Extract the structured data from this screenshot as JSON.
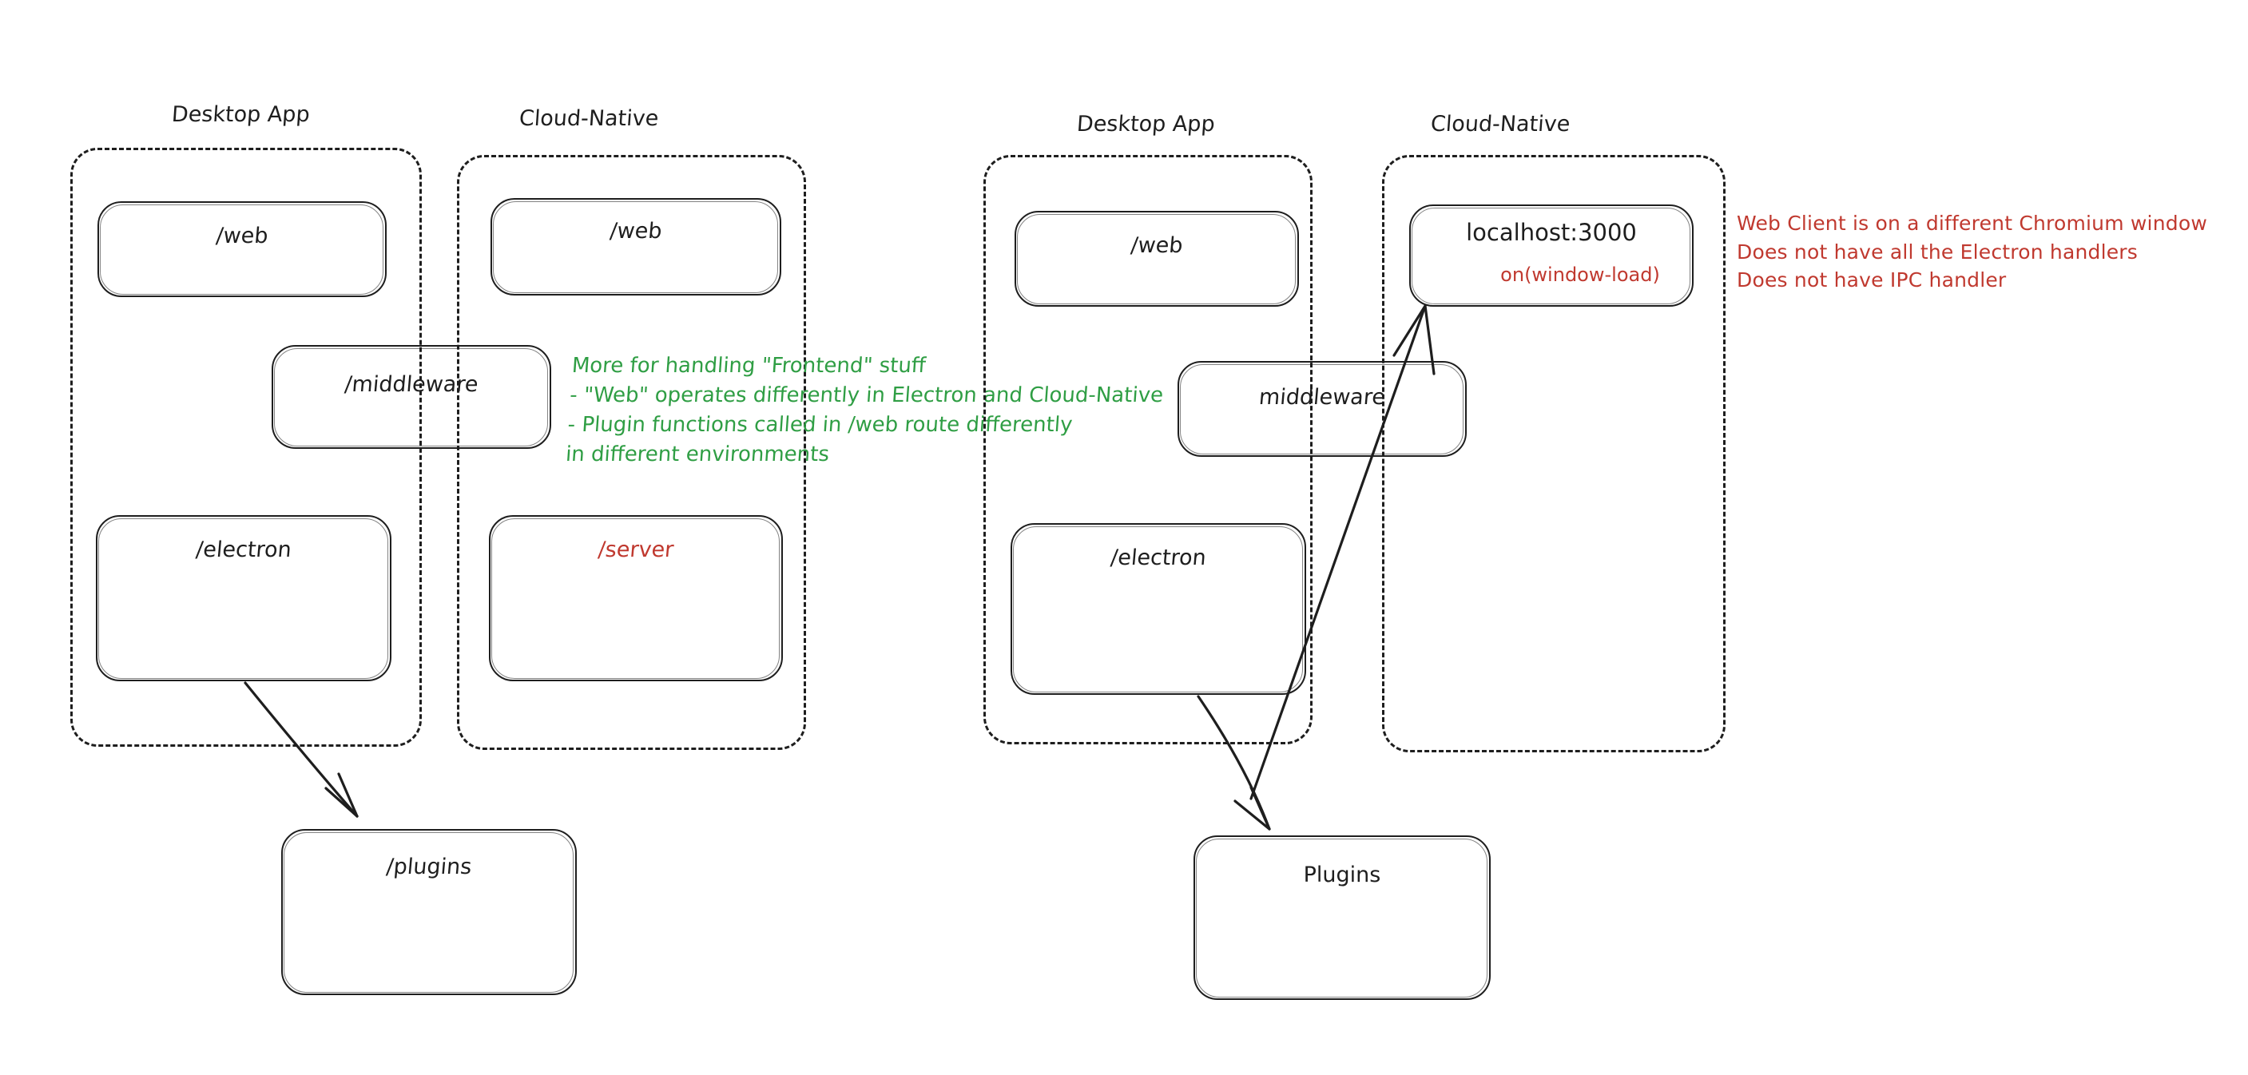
{
  "diagram": {
    "title": "Electron Desktop App vs Cloud-Native architecture comparison",
    "colors": {
      "stroke": "#1e1e1e",
      "green": "#2f9e44",
      "red": "#c0392f",
      "background": "#ffffff"
    },
    "panels": [
      {
        "id": "left-desktop",
        "label": "Desktop App",
        "nodes": [
          {
            "id": "l-web",
            "label": "/web",
            "color": "#1e1e1e"
          },
          {
            "id": "l-electron",
            "label": "/electron",
            "color": "#1e1e1e"
          }
        ]
      },
      {
        "id": "left-cloud",
        "label": "Cloud-Native",
        "nodes": [
          {
            "id": "l-web2",
            "label": "/web",
            "color": "#1e1e1e"
          },
          {
            "id": "l-server",
            "label": "/server",
            "color": "#c0392f"
          }
        ]
      },
      {
        "id": "right-desktop",
        "label": "Desktop App",
        "nodes": [
          {
            "id": "r-web",
            "label": "/web",
            "color": "#1e1e1e"
          },
          {
            "id": "r-electron",
            "label": "/electron",
            "color": "#1e1e1e"
          }
        ]
      },
      {
        "id": "right-cloud",
        "label": "Cloud-Native",
        "nodes": [
          {
            "id": "r-localhost",
            "label": "localhost:3000",
            "sublabel": "on(window-load)",
            "color": "#1e1e1e",
            "sublabel_color": "#c0392f"
          }
        ]
      }
    ],
    "shared_nodes": [
      {
        "id": "l-middleware",
        "label": "/middleware"
      },
      {
        "id": "r-middleware",
        "label": "middleware"
      }
    ],
    "bottom_nodes": [
      {
        "id": "l-plugins",
        "label": "/plugins"
      },
      {
        "id": "r-plugins",
        "label": "Plugins"
      }
    ],
    "annotations": {
      "green_note": "More for handling \"Frontend\" stuff\n- \"Web\" operates differently in Electron and Cloud-Native\n- Plugin functions called in /web route differently\nin different environments",
      "red_note": "Web Client is on a different Chromium window\nDoes not have all the Electron handlers\nDoes not have IPC handler"
    },
    "arrows": [
      {
        "id": "left-electron-to-plugins",
        "from": "l-electron",
        "to": "l-plugins"
      },
      {
        "id": "right-electron-to-plugins",
        "from": "r-electron",
        "to": "r-plugins"
      },
      {
        "id": "right-electron-to-localhost",
        "from": "r-electron",
        "to": "r-localhost"
      }
    ]
  }
}
